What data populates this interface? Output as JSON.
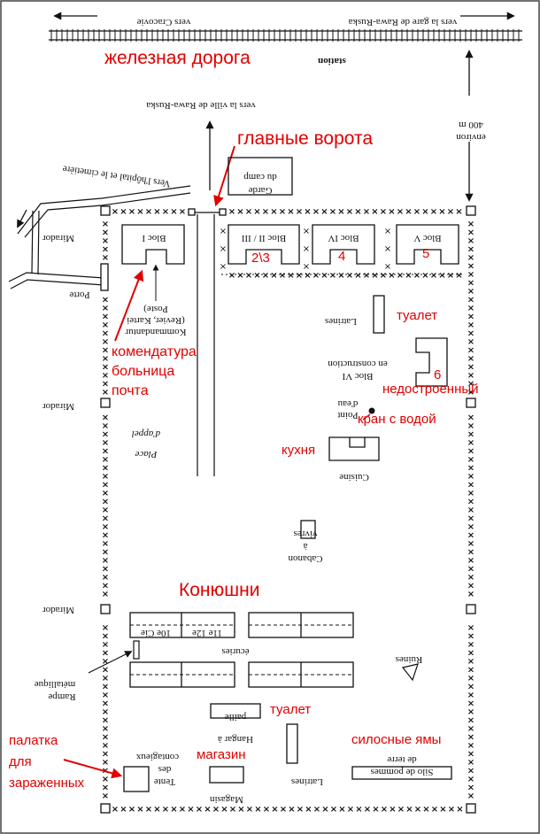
{
  "colors": {
    "ink": "#111111",
    "annotation": "#e00000",
    "frame": "#444444",
    "background": "#ffffff"
  },
  "railway": {
    "label_ru": "железная дорога",
    "left_destination": "vers Cracovie",
    "right_destination": "vers la gare de Rawa-Ruska",
    "station_label": "station"
  },
  "road_to_town": "vers la ville de Rawa-Ruska",
  "distance_note": {
    "line1": "environ",
    "line2": "400 m"
  },
  "road_to_hospital": "Vers l'hôpital et le cimetière",
  "main_gate_ru": "главные ворота",
  "guard_camp": {
    "line1": "Garde",
    "line2": "du camp"
  },
  "blocs": [
    {
      "label": "Bloc I"
    },
    {
      "label": "Bloc II / III",
      "number_ru": "2\\3"
    },
    {
      "label": "Bloc IV",
      "number_ru": "4"
    },
    {
      "label": "Bloc V",
      "number_ru": "5"
    }
  ],
  "miradors": [
    "Mirador",
    "Mirador",
    "Mirador"
  ],
  "porte": "Porte",
  "kommandantur": {
    "line1": "Kommandantur",
    "line2": "(Revier, Kartei",
    "line3": "Poste)"
  },
  "kommandantur_ru": {
    "line1": "комендатура",
    "line2": "больница",
    "line3": "почта"
  },
  "latrines_ru": "туалет",
  "latrines": "Latrines",
  "bloc6": {
    "line1": "Bloc VI",
    "line2": "en construction",
    "number_ru": "6",
    "label_ru": "недостроенный"
  },
  "water_point": {
    "line1": "Point",
    "line2": "d'eau",
    "label_ru": "кран с водой"
  },
  "kitchen": {
    "label": "Cuisine",
    "label_ru": "кухня"
  },
  "place_appel": {
    "line1": "Place",
    "line2": "d'appel"
  },
  "cabanon": {
    "line1": "Cabanon",
    "line2": "à",
    "line3": "vivres"
  },
  "stables_ru": "Конюшни",
  "ecuries": "écuries",
  "stable_cells": [
    "10e Cie",
    "11e 12e"
  ],
  "rampe": {
    "line1": "Rampe",
    "line2": "métallique"
  },
  "ruines": "Ruines",
  "hangar": {
    "line1": "Hangar à",
    "line2": "paille",
    "label_ru": "туалет"
  },
  "silo": {
    "line1": "Silo de pommes",
    "line2": "de terre",
    "label_ru": "силосные ямы"
  },
  "magasin": {
    "label": "Magasin",
    "label_ru": "магазин"
  },
  "tent": {
    "line1": "Tente",
    "line2": "des",
    "line3": "contagieux",
    "label_ru_line1": "палатка",
    "label_ru_line2": "для",
    "label_ru_line3": "зараженных"
  }
}
